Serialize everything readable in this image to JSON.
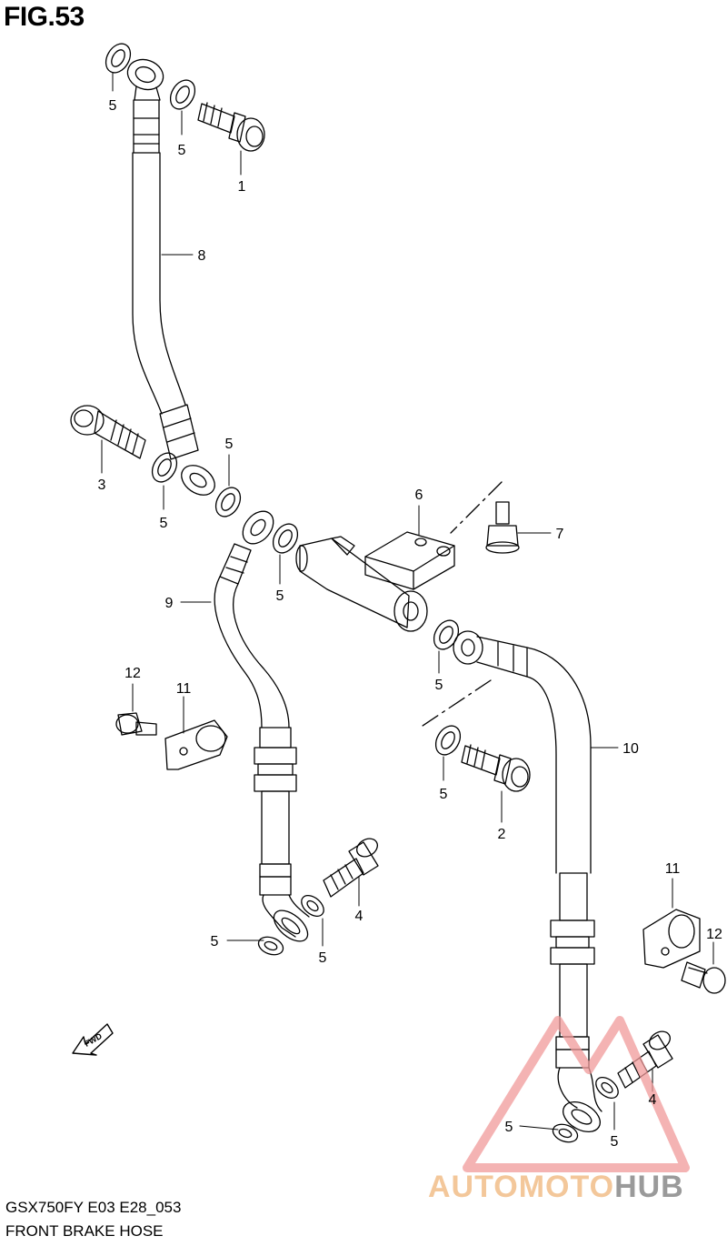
{
  "figure": {
    "title": "FIG.53",
    "model_code": "GSX750FY E03 E28_053",
    "caption": "FRONT BRAKE  HOSE",
    "fwd_label": "FWD"
  },
  "callouts": [
    "1",
    "2",
    "3",
    "4",
    "4",
    "5",
    "5",
    "5",
    "5",
    "5",
    "5",
    "5",
    "5",
    "5",
    "5",
    "5",
    "6",
    "7",
    "8",
    "9",
    "10",
    "11",
    "11",
    "12",
    "12"
  ],
  "watermark": {
    "text_part1": "AUTOMOTO",
    "text_part2": "HUB",
    "color_primary": "#f3c79a",
    "color_secondary": "#9a9a9a",
    "triangle_color": "#f09a9a"
  }
}
